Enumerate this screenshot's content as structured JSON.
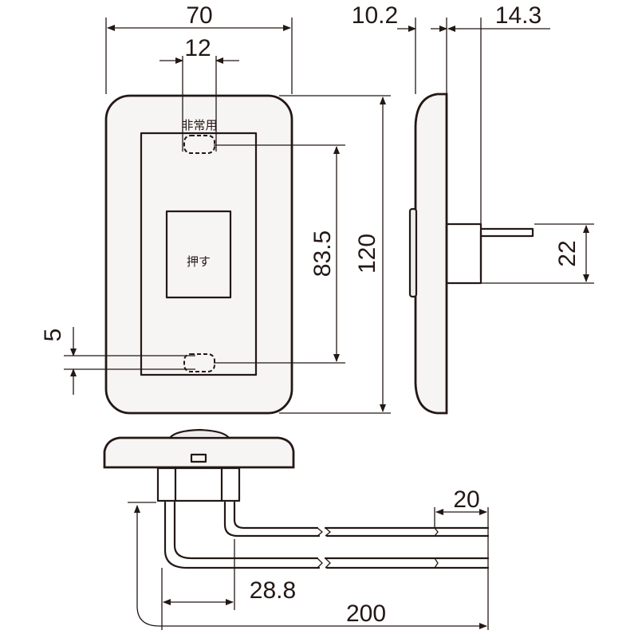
{
  "labels": {
    "emergency": "非常用",
    "push": "押す"
  },
  "dimensions": {
    "plate_width": "70",
    "button_width": "12",
    "depth_plate": "10.2",
    "depth_body": "14.3",
    "hole_pitch": "83.5",
    "plate_height": "120",
    "hole_offset": "5",
    "body_height": "22",
    "lead_strip": "20",
    "lead_bend": "28.8",
    "lead_length": "200"
  }
}
